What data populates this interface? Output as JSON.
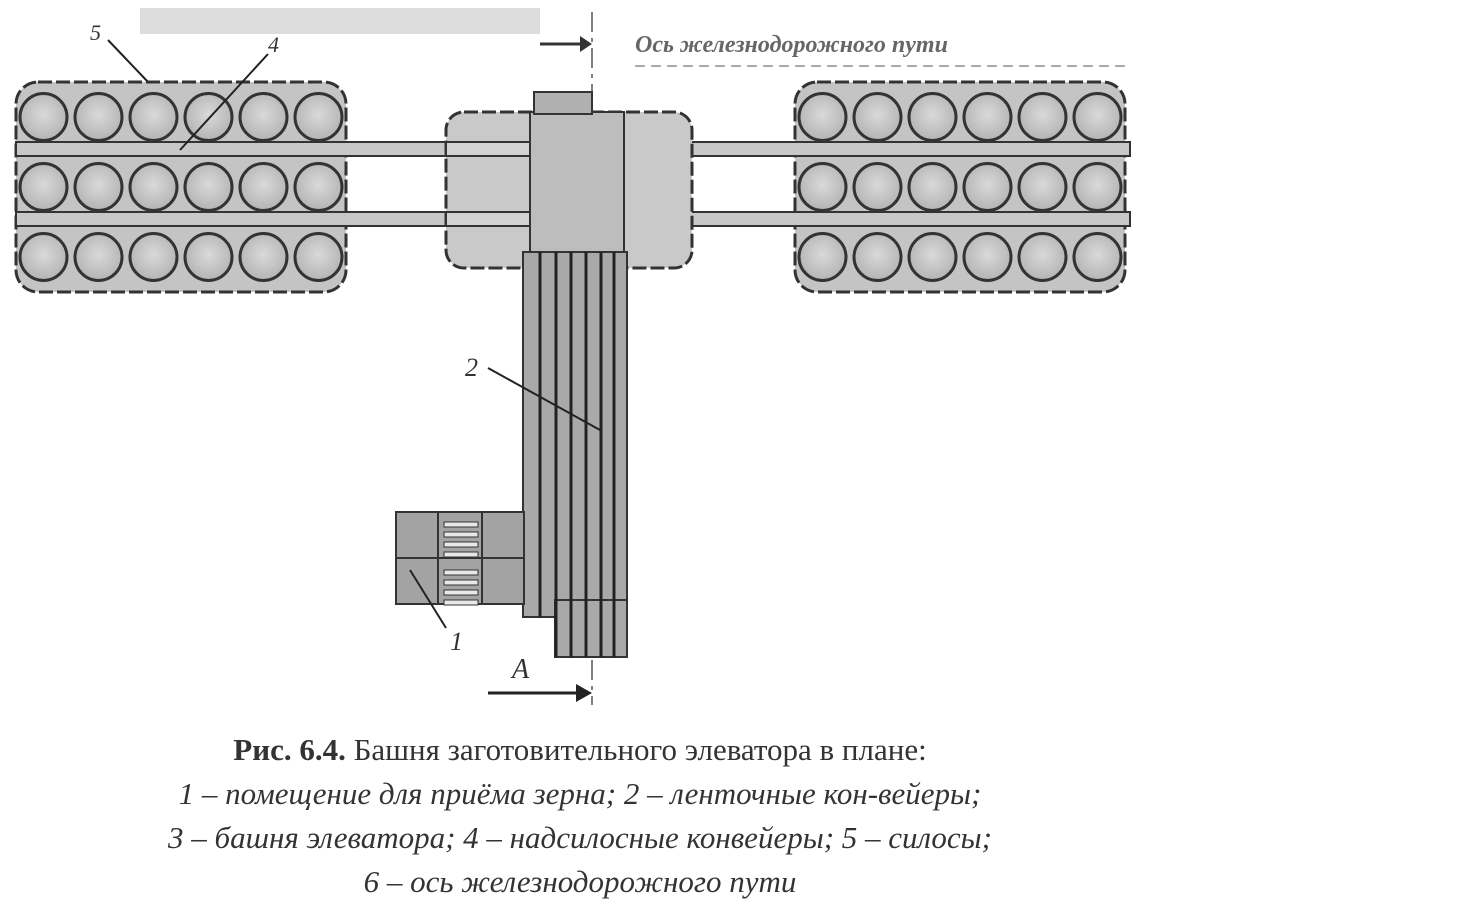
{
  "diagram": {
    "axis_label": "Ось железнодорожного пути",
    "section_label": "A",
    "callouts": [
      "1",
      "2",
      "5",
      "4"
    ]
  },
  "caption": {
    "title_bold": "Рис. 6.4.",
    "title_rest": "Башня заготовительного элеватора в плане:",
    "line1": "1 – помещение для приёма зерна; 2 – ленточные кон-вейеры;",
    "line2": "3 – башня элеватора; 4 – надсилосные конвейеры; 5 – силосы;",
    "line3": "6 – ось железнодорожного пути"
  }
}
